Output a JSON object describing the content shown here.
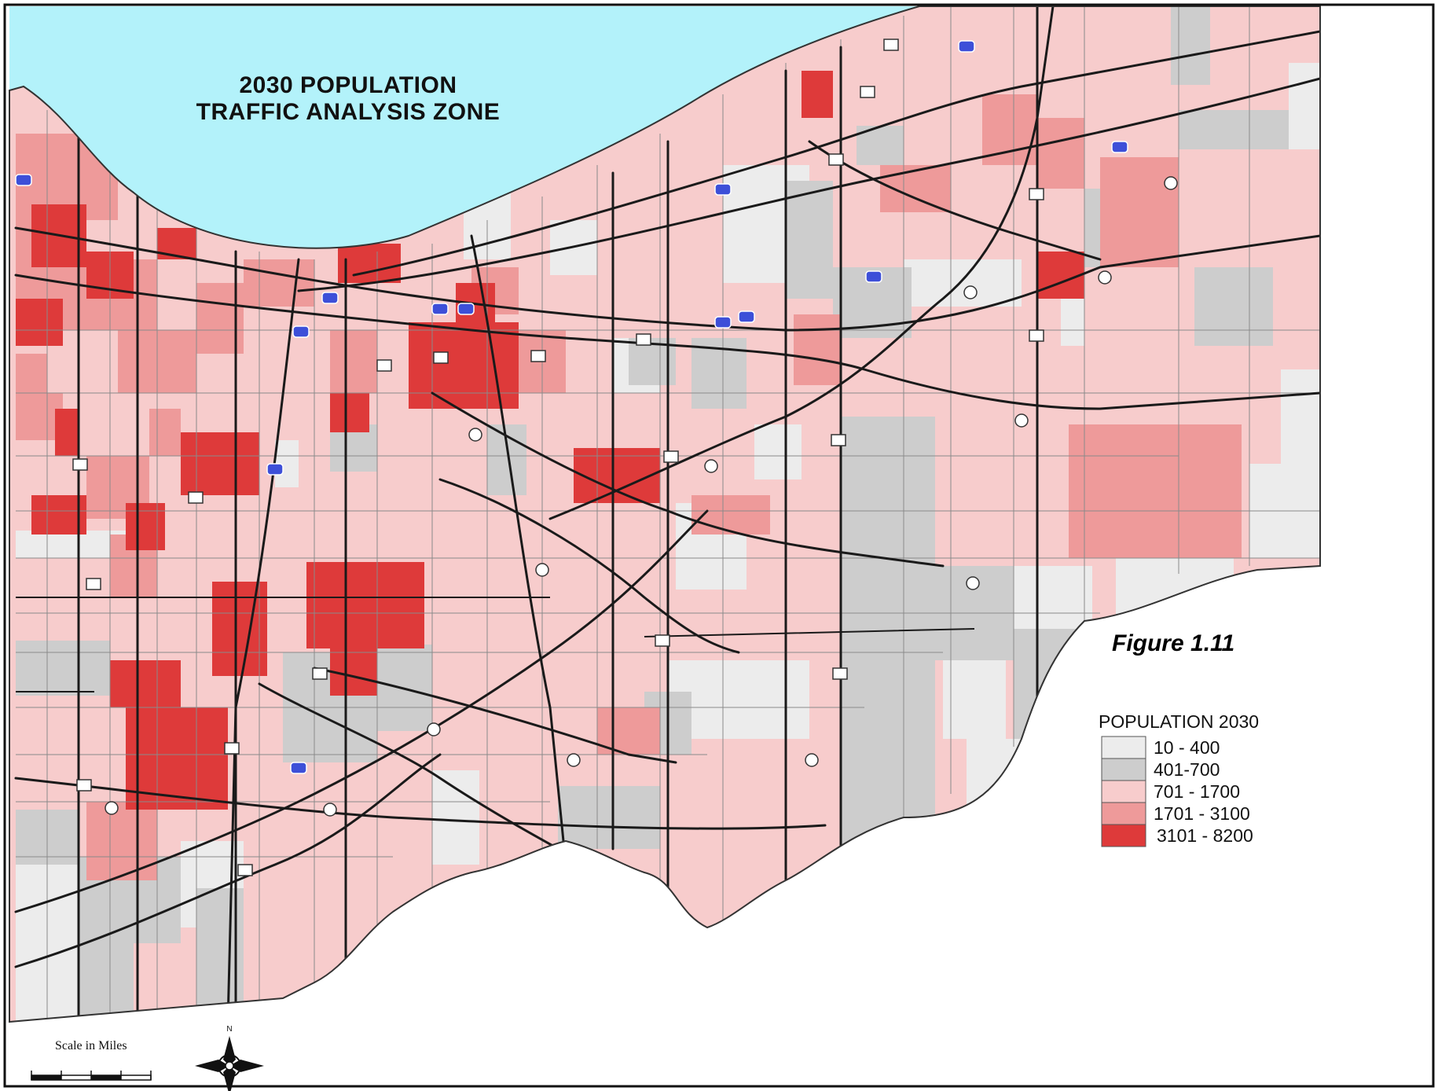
{
  "map": {
    "title_line1": "2030 POPULATION",
    "title_line2": "TRAFFIC ANALYSIS ZONE",
    "figure_label": "Figure  1.11",
    "colors": {
      "lake": "#b3f2fa",
      "class_1": "#ececec",
      "class_2": "#cdcdcd",
      "class_3": "#f7cccc",
      "class_4": "#ee9a9a",
      "class_5": "#de3a3a",
      "road": "#1a1a1a",
      "interstate_shield": "#3d4fd8"
    }
  },
  "legend": {
    "title": "POPULATION 2030",
    "items": [
      {
        "label": "10 - 400",
        "color": "#ececec"
      },
      {
        "label": "401-700",
        "color": "#cdcdcd"
      },
      {
        "label": "701 - 1700",
        "color": "#f7cccc"
      },
      {
        "label": "1701 - 3100",
        "color": "#ee9a9a"
      },
      {
        "label": "3101 - 8200",
        "color": "#de3a3a"
      }
    ]
  },
  "scale_bar": {
    "label": "Scale in Miles"
  },
  "compass": {
    "north_label": "N"
  }
}
